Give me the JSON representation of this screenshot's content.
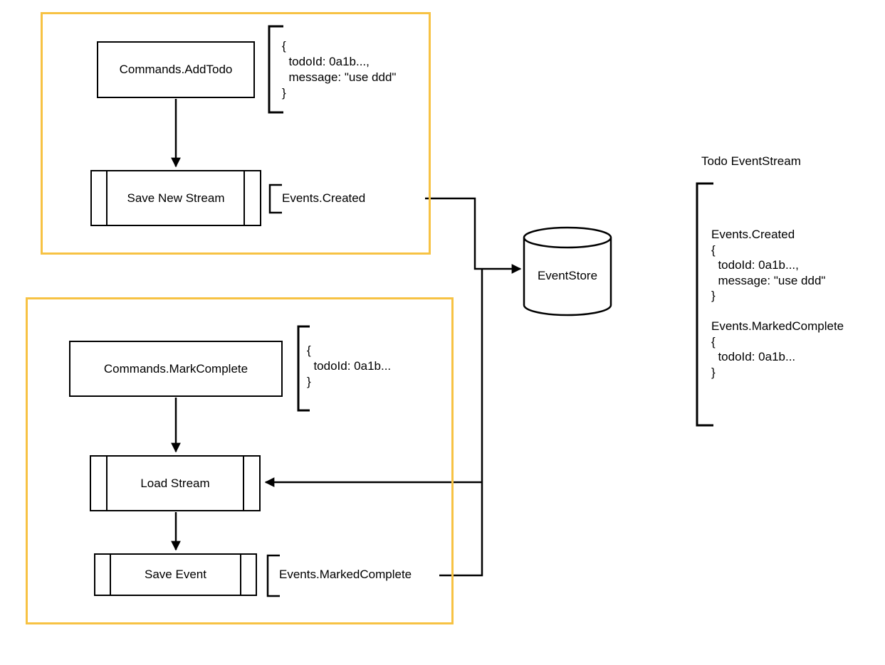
{
  "diagram": {
    "background": "#ffffff",
    "stroke_color": "#000000",
    "group_border_color": "#F7C243"
  },
  "add_todo_flow": {
    "command_label": "Commands.AddTodo",
    "payload_lines": [
      "{",
      "  todoId: 0a1b...,",
      "  message: \"use ddd\"",
      "}"
    ],
    "process_label": "Save New Stream",
    "event_label": "Events.Created"
  },
  "mark_complete_flow": {
    "command_label": "Commands.MarkComplete",
    "payload_lines": [
      "{",
      "  todoId: 0a1b...",
      "}"
    ],
    "load_process_label": "Load Stream",
    "save_process_label": "Save Event",
    "event_label": "Events.MarkedComplete"
  },
  "event_store": {
    "label": "EventStore"
  },
  "event_stream": {
    "title": "Todo EventStream",
    "lines": [
      "Events.Created",
      "{",
      "  todoId: 0a1b...,",
      "  message: \"use ddd\"",
      "}",
      "",
      "Events.MarkedComplete",
      "{",
      "  todoId: 0a1b...",
      "}"
    ]
  }
}
